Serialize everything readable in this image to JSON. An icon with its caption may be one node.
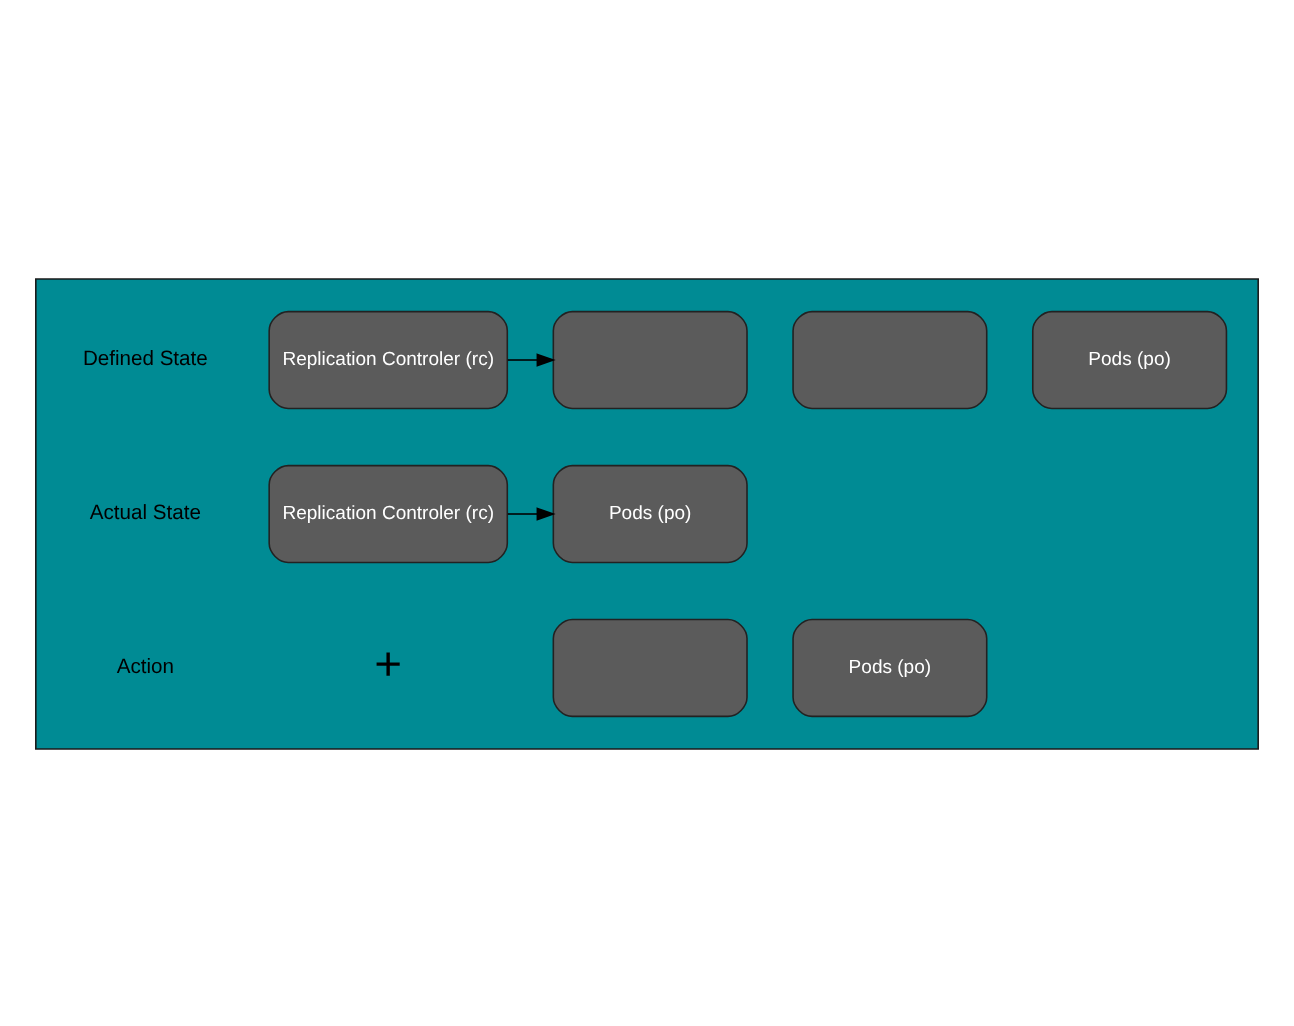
{
  "diagram": {
    "nodes": [
      {
        "text": [],
        "shape": "box"
      },
      {
        "text": [
          "Replication Controler (rc)"
        ],
        "in": 0
      },
      {
        "text": [],
        "shape": "box",
        "in": 0
      },
      {
        "text": [],
        "shape": "box",
        "in": 0
      },
      {
        "text": [
          "Pods (po)"
        ],
        "in": 0
      },
      {
        "text": [
          "Replication Controler (rc)"
        ],
        "in": 0
      },
      {
        "text": [
          "Pods (po)"
        ],
        "in": 0
      },
      {
        "text": [],
        "shape": "box",
        "in": 0
      },
      {
        "text": [
          "Pods (po)"
        ],
        "in": 0
      }
    ],
    "edges": [
      {
        "from": 1,
        "to": 2,
        "arrow": "to"
      },
      {
        "from": 5,
        "to": 6,
        "arrow": "to"
      }
    ],
    "labels": [
      "Defined State",
      "Actual State",
      "Action",
      "+"
    ]
  }
}
